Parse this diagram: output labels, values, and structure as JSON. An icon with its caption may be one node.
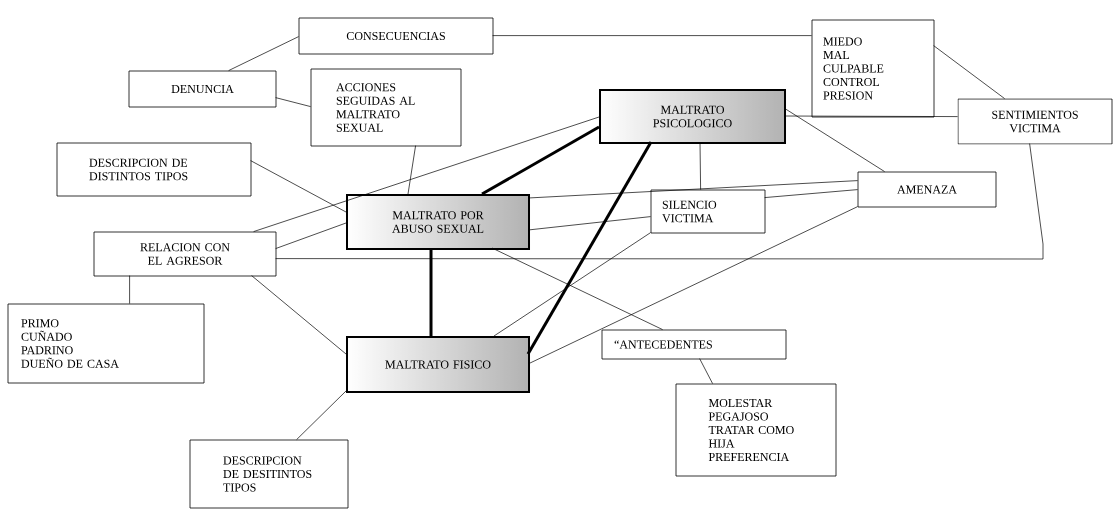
{
  "diagram": {
    "nodes": [
      {
        "text": [
          "CONSECUENCIAS"
        ]
      },
      {
        "text": [
          "MIEDO",
          "MAL",
          "CULPABLE",
          "CONTROL",
          "PRESION"
        ]
      },
      {
        "text": [
          "DENUNCIA"
        ]
      },
      {
        "text": [
          "ACCIONES SEGUIDAS AL MALTRATO SEXUAL"
        ]
      },
      {
        "text": [
          "MALTRATO PSICOLOGICO"
        ]
      },
      {
        "text": [
          "SENTIMIENTOS VICTIMA"
        ]
      },
      {
        "text": [
          "DESCRIPCION DE DISTINTOS TIPOS"
        ]
      },
      {
        "text": [
          "SILENCIO VICTIMA"
        ]
      },
      {
        "text": [
          "AMENAZA"
        ]
      },
      {
        "text": [
          "MALTRATO POR ABUSO SEXUAL"
        ]
      },
      {
        "text": [
          "RELACION CON EL AGRESOR"
        ]
      },
      {
        "text": [
          "PRIMO",
          "CUÑADO",
          "PADRINO",
          "DUEÑO DE CASA"
        ]
      },
      {
        "text": [
          "MALTRATO FISICO"
        ]
      },
      {
        "text": [
          "“ANTECEDENTES"
        ]
      },
      {
        "text": [
          "MOLESTAR",
          "PEGAJOSO",
          "TRATAR COMO HIJA",
          "PREFERENCIA"
        ]
      },
      {
        "text": [
          "DESCRIPCION DE DESITINTOS TIPOS"
        ]
      }
    ],
    "edges": [
      {
        "from": 2,
        "to": 0,
        "arrow": "none"
      },
      {
        "from": 0,
        "to": 1,
        "arrow": "none"
      },
      {
        "from": 1,
        "to": 5,
        "arrow": "none"
      },
      {
        "from": 2,
        "to": 3,
        "arrow": "none"
      },
      {
        "from": 3,
        "to": 9,
        "arrow": "none"
      },
      {
        "from": 6,
        "to": 9,
        "arrow": "none"
      },
      {
        "from": 4,
        "to": 10,
        "arrow": "none"
      },
      {
        "from": 4,
        "to": 9,
        "arrow": "none",
        "style": "thick"
      },
      {
        "from": 4,
        "to": 12,
        "arrow": "none",
        "style": "thick"
      },
      {
        "from": 4,
        "to": 7,
        "arrow": "none"
      },
      {
        "from": 4,
        "to": 8,
        "arrow": "none"
      },
      {
        "from": 4,
        "to": 5,
        "arrow": "none"
      },
      {
        "from": 9,
        "to": 8,
        "arrow": "none"
      },
      {
        "from": 9,
        "to": 7,
        "arrow": "none"
      },
      {
        "from": 7,
        "to": 8,
        "arrow": "none"
      },
      {
        "from": 10,
        "to": 9,
        "arrow": "none"
      },
      {
        "from": 9,
        "to": 12,
        "arrow": "none",
        "style": "thick"
      },
      {
        "from": 10,
        "to": 5,
        "arrow": "none"
      },
      {
        "from": 10,
        "to": 11,
        "arrow": "none"
      },
      {
        "from": 10,
        "to": 12,
        "arrow": "none"
      },
      {
        "from": 9,
        "to": 13,
        "arrow": "none"
      },
      {
        "from": 7,
        "to": 12,
        "arrow": "none"
      },
      {
        "from": 8,
        "to": 12,
        "arrow": "none"
      },
      {
        "from": 13,
        "to": 14,
        "arrow": "none"
      },
      {
        "from": 12,
        "to": 15,
        "arrow": "none"
      }
    ]
  }
}
